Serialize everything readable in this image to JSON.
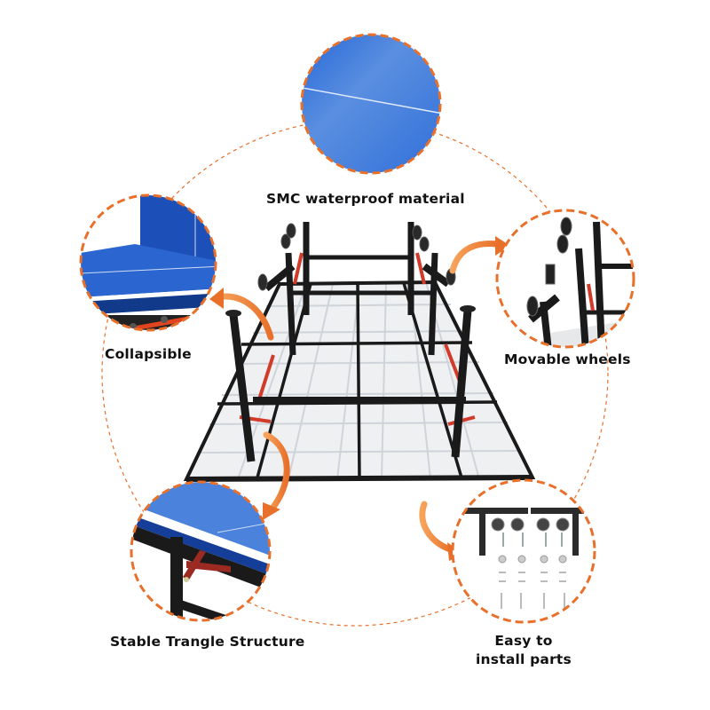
{
  "image": {
    "subject": "Folding table tennis table frame with feature callouts",
    "accent_color": "#e8702a",
    "table_blue": "#2f6fd6",
    "frame_color": "#1a1a1a"
  },
  "callouts": [
    {
      "id": "smc",
      "label": "SMC waterproof material"
    },
    {
      "id": "collapsible",
      "label": "Collapsible"
    },
    {
      "id": "wheels",
      "label": "Movable wheels"
    },
    {
      "id": "triangle",
      "label": "Stable Trangle Structure"
    },
    {
      "id": "install",
      "label_line1": "Easy to",
      "label_line2": "install parts"
    }
  ]
}
